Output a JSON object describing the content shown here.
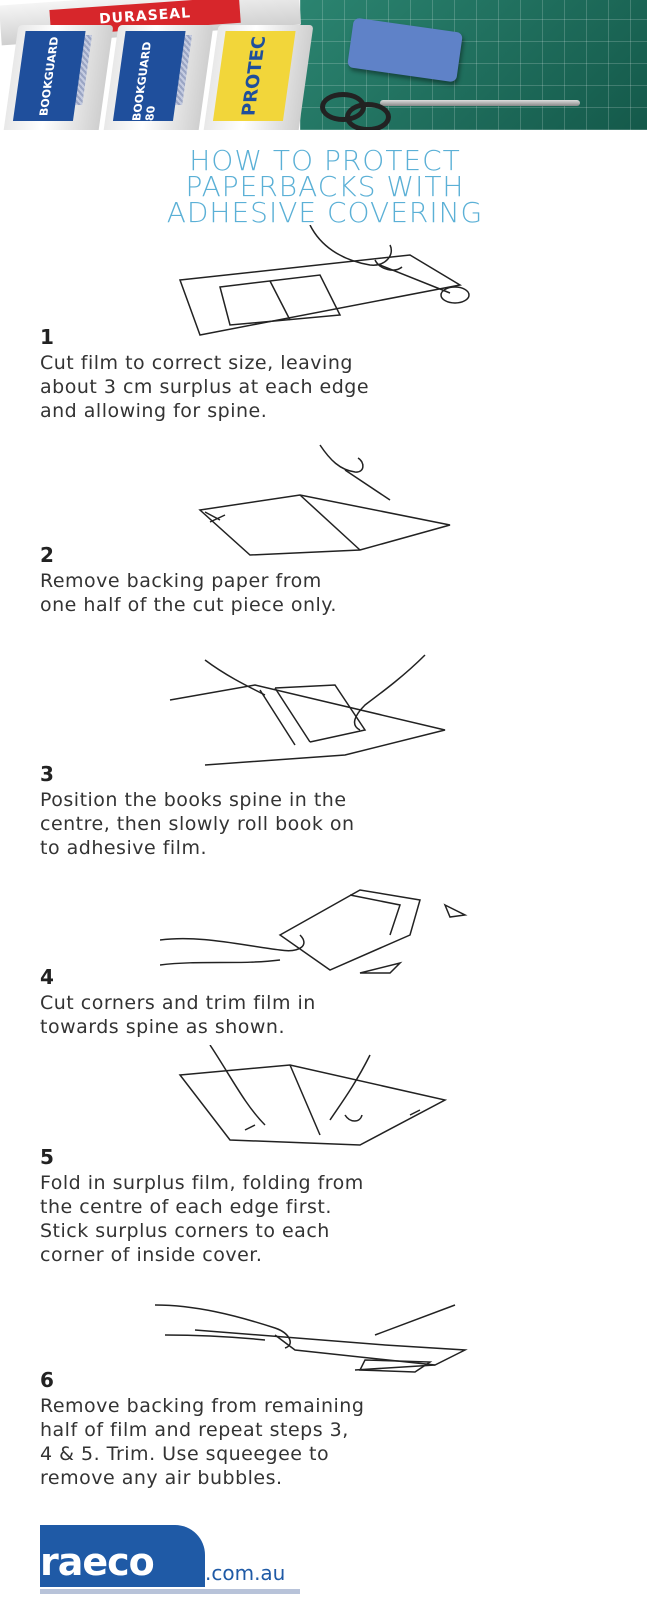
{
  "header": {
    "brand_band": "DURASEAL",
    "rolls": [
      "BOOKGUARD",
      "BOOKGUARD 80",
      "PROTEC"
    ],
    "colors": {
      "mat": "#1f6c5c",
      "squeegee": "#5f82c8",
      "protec_label": "#f2d63a",
      "bookguard_label": "#1f4f9c"
    }
  },
  "title_lines": [
    "HOW TO PROTECT",
    "PAPERBACKS WITH",
    "ADHESIVE COVERING"
  ],
  "steps": [
    {
      "number": "1",
      "lines": [
        "Cut film to correct size, leaving",
        "about 3 cm surplus at each edge",
        "and allowing for spine."
      ]
    },
    {
      "number": "2",
      "lines": [
        "Remove backing paper from",
        "one half of the cut piece only."
      ]
    },
    {
      "number": "3",
      "lines": [
        "Position the books spine in the",
        "centre, then slowly roll book on",
        "to adhesive film."
      ]
    },
    {
      "number": "4",
      "lines": [
        "Cut corners and trim film in",
        "towards spine as shown."
      ]
    },
    {
      "number": "5",
      "lines": [
        "Fold in surplus film, folding from",
        "the centre of each edge first.",
        "Stick surplus corners to each",
        "corner of inside cover."
      ]
    },
    {
      "number": "6",
      "lines": [
        "Remove backing from remaining",
        "half of film and repeat steps 3,",
        "4 & 5. Trim. Use squeegee to",
        "remove any air bubbles."
      ]
    }
  ],
  "logo": {
    "name": "raeco",
    "domain": ".com.au",
    "color": "#1f5aa6"
  }
}
